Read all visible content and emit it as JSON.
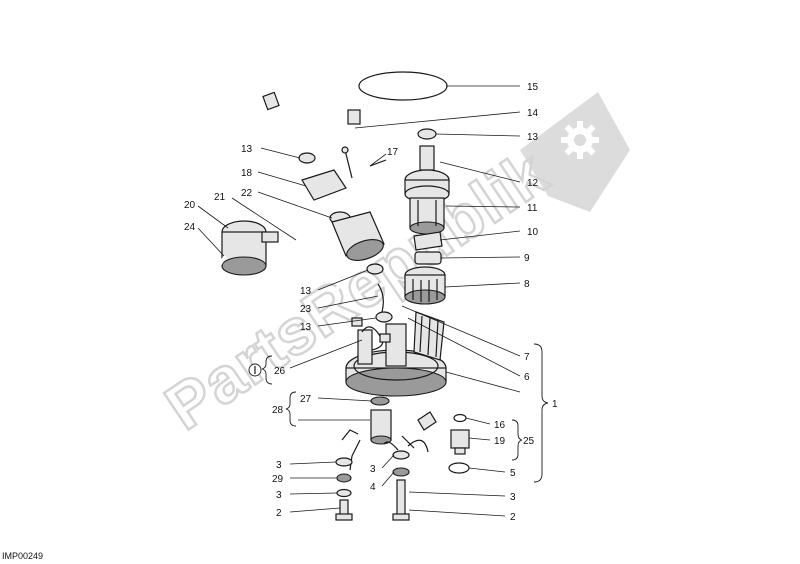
{
  "watermark": {
    "text": "PartsRepublik",
    "logo": "gear-icon"
  },
  "reference_code": "IMP00249",
  "callouts": [
    "15",
    "14",
    "13",
    "12",
    "11",
    "10",
    "9",
    "8",
    "7",
    "6",
    "1",
    "16",
    "19",
    "25",
    "5",
    "3",
    "2",
    "13",
    "18",
    "17",
    "22",
    "21",
    "20",
    "24",
    "13",
    "23",
    "13",
    "26",
    "27",
    "28",
    "3",
    "29",
    "3",
    "2",
    "3",
    "4"
  ],
  "colors": {
    "line": "#1a1a1a",
    "watermark": "#d4d4d4",
    "part_fill": "#e6e6e6"
  }
}
